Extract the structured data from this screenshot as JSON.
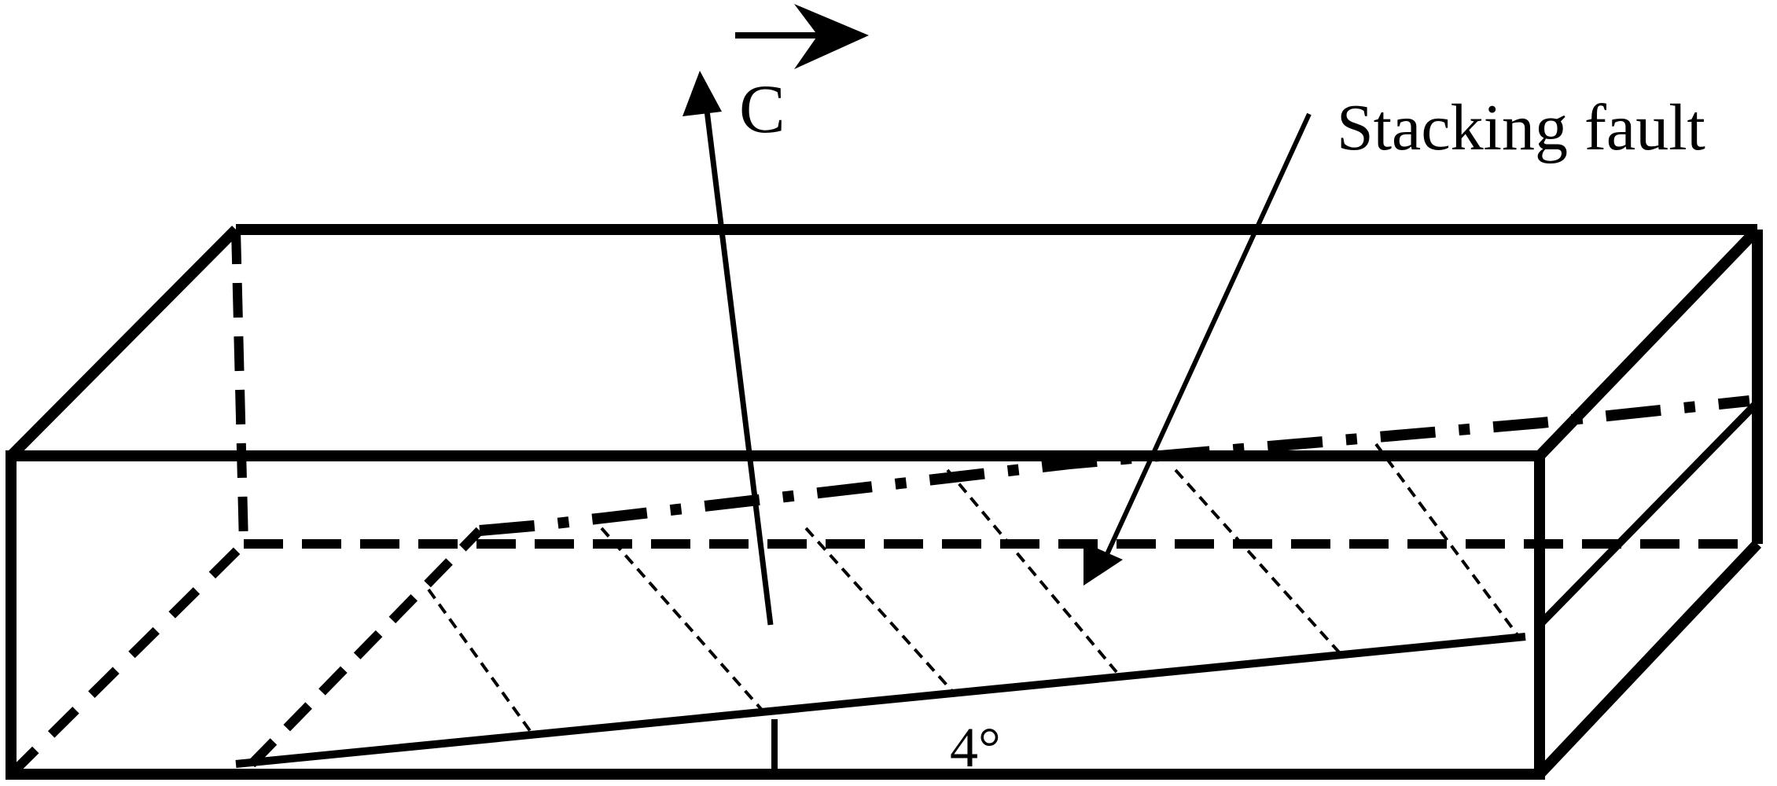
{
  "labels": {
    "c_axis": "C",
    "stacking_fault": "Stacking fault",
    "angle": "4°"
  },
  "colors": {
    "stroke": "#000000",
    "background": "#ffffff"
  }
}
